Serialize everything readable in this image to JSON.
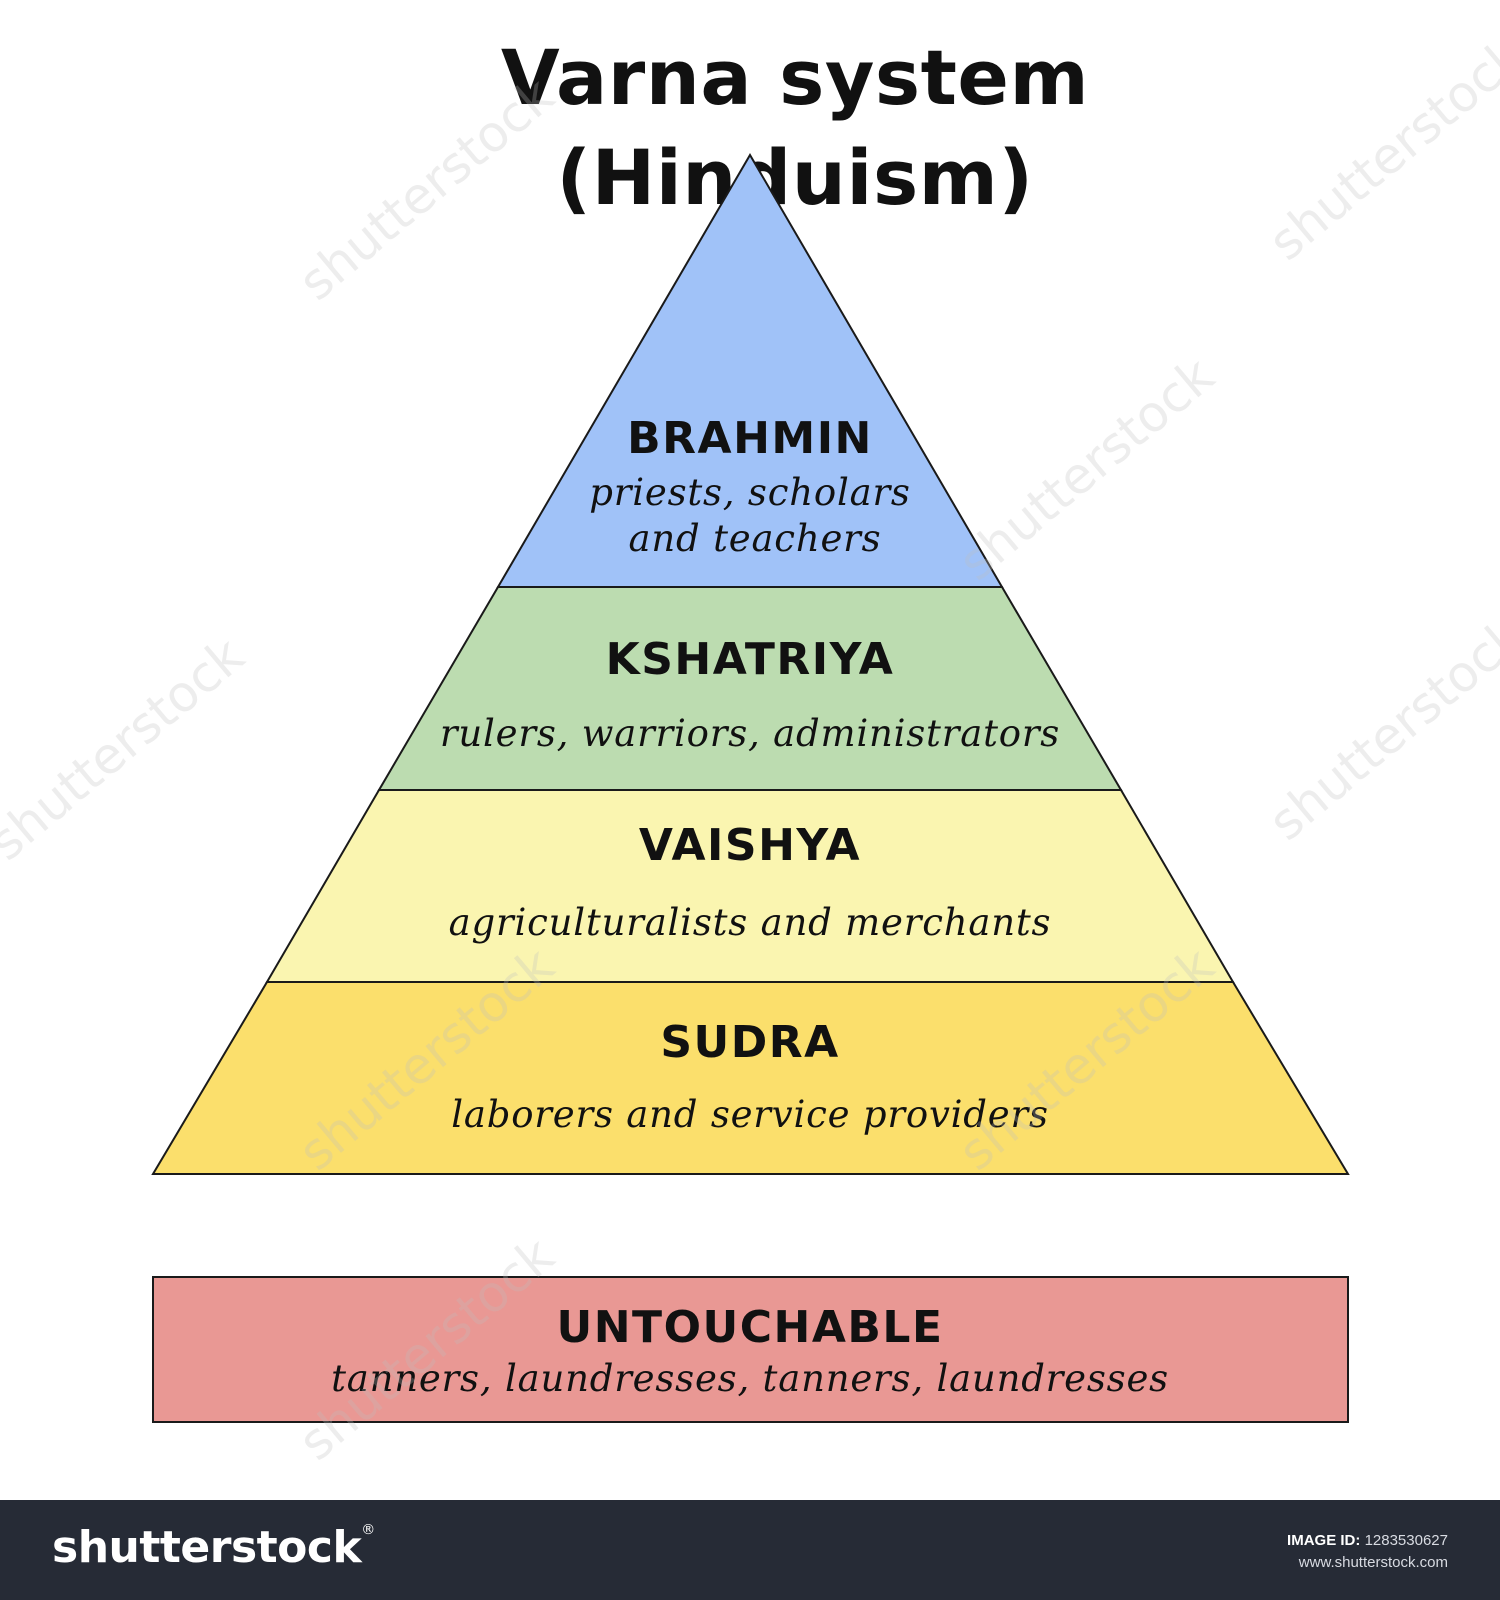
{
  "title": "Varna system (Hinduism)",
  "tiers": [
    {
      "name": "BRAHMIN",
      "desc_lines": [
        "priests, scholars",
        "and teachers"
      ],
      "color": "#a0c2f8"
    },
    {
      "name": "KSHATRIYA",
      "desc_lines": [
        "rulers, warriors, administrators"
      ],
      "color": "#bcdcb0"
    },
    {
      "name": "VAISHYA",
      "desc_lines": [
        "agriculturalists and merchants"
      ],
      "color": "#faf5b0"
    },
    {
      "name": "SUDRA",
      "desc_lines": [
        "laborers and service providers"
      ],
      "color": "#fbdf6c"
    }
  ],
  "untouchable": {
    "name": "UNTOUCHABLE",
    "desc": "tanners, laundresses, tanners, laundresses",
    "color": "#e99894"
  },
  "outline_color": "#1a1a1a",
  "footer": {
    "logo": "shutterstock",
    "image_id_label": "IMAGE ID:",
    "image_id": "1283530627",
    "site": "www.shutterstock.com",
    "background": "#262b36"
  },
  "watermark_text": "shutterstock"
}
